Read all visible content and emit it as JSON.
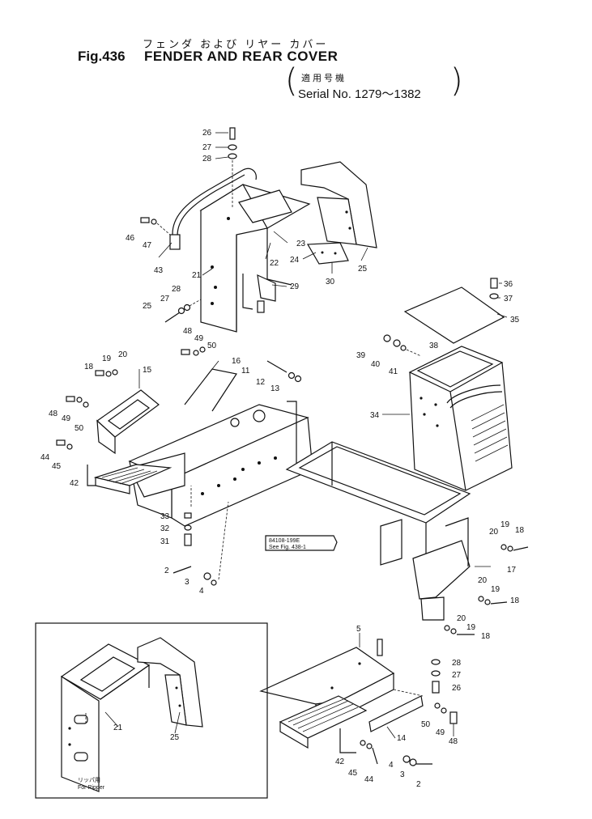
{
  "header": {
    "title_jp": "フェンダ および リヤー カバー",
    "fig_number": "Fig.436",
    "title": "FENDER AND REAR COVER",
    "serial_jp": "適用号機",
    "serial": "Serial  No. 1279～1382"
  },
  "reference": {
    "line1": "84108-199E",
    "line2": "See Fig. 438-1"
  },
  "inset": {
    "caption_jp": "リッパ用",
    "caption": "For Ripper"
  },
  "callouts": {
    "c1": "26",
    "c2": "27",
    "c3": "28",
    "c4": "46",
    "c5": "47",
    "c6": "43",
    "c7": "21",
    "c8": "23",
    "c9": "22",
    "c10": "24",
    "c11": "30",
    "c12": "25",
    "c13": "29",
    "c14": "28",
    "c15": "27",
    "c16": "25",
    "c17": "36",
    "c18": "37",
    "c19": "35",
    "c20": "48",
    "c21": "49",
    "c22": "50",
    "c23": "16",
    "c24": "11",
    "c25": "12",
    "c26": "13",
    "c27": "39",
    "c28": "40",
    "c29": "41",
    "c30": "38",
    "c31": "34",
    "c32": "19",
    "c33": "20",
    "c34": "18",
    "c35": "15",
    "c36": "48",
    "c37": "49",
    "c38": "50",
    "c39": "44",
    "c40": "45",
    "c41": "42",
    "c42": "33",
    "c43": "32",
    "c44": "31",
    "c45": "2",
    "c46": "3",
    "c47": "4",
    "c48": "20",
    "c49": "19",
    "c50": "18",
    "c51": "17",
    "c52": "20",
    "c53": "19",
    "c54": "18",
    "c55": "20",
    "c56": "19",
    "c57": "18",
    "c58": "5",
    "c59": "28",
    "c60": "27",
    "c61": "26",
    "c62": "14",
    "c63": "50",
    "c64": "49",
    "c65": "48",
    "c66": "42",
    "c67": "45",
    "c68": "44",
    "c69": "4",
    "c70": "3",
    "c71": "2",
    "c72": "21",
    "c73": "25"
  }
}
